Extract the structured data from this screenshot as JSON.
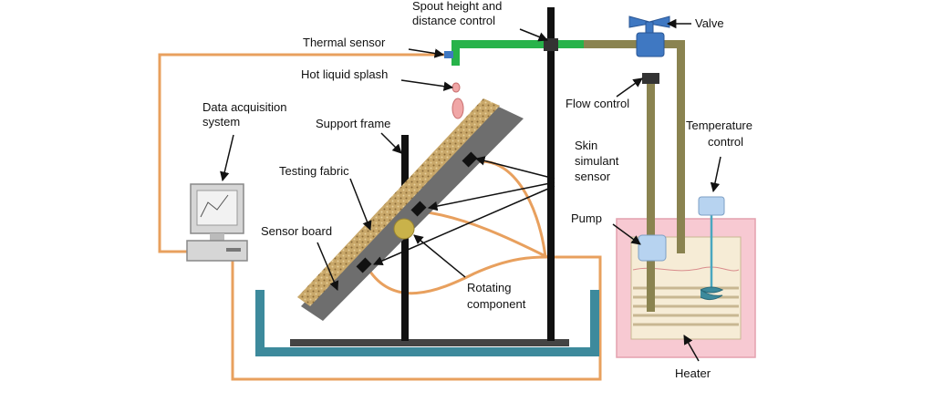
{
  "labels": {
    "spout_control_line1": "Spout height and",
    "spout_control_line2": "distance control",
    "valve": "Valve",
    "thermal_sensor": "Thermal sensor",
    "hot_liquid_splash": "Hot liquid splash",
    "flow_control": "Flow control",
    "data_acq_line1": "Data acquisition",
    "data_acq_line2": "system",
    "support_frame": "Support frame",
    "skin_line1": "Skin",
    "skin_line2": "simulant",
    "skin_line3": "sensor",
    "temp_control_line1": "Temperature",
    "temp_control_line2": "control",
    "testing_fabric": "Testing fabric",
    "pump": "Pump",
    "sensor_board": "Sensor board",
    "rotating_line1": "Rotating",
    "rotating_line2": "component",
    "heater": "Heater"
  },
  "colors": {
    "data_wire": "#e8a05e",
    "spout_arm": "#27b34a",
    "supply_pipe": "#8a8350",
    "valve": "#3f78c2",
    "tray": "#3d8a9c",
    "heater_outer": "#f7c9d2",
    "heater_inner": "#f6ecd6",
    "board": "#6e6e6e",
    "fabric": "#c9a86a",
    "rotating_component": "#c9b24a",
    "pump": "#b7d3f0"
  }
}
